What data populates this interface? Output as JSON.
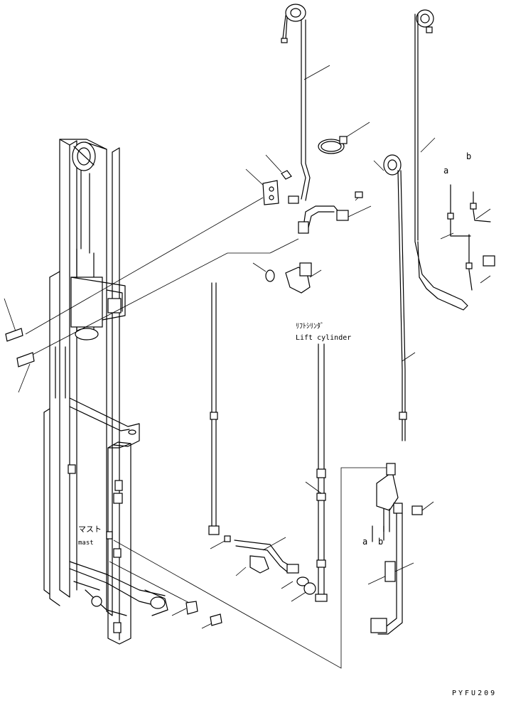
{
  "labels": {
    "lift_cylinder_jp": "ﾘﾌﾄｼﾘﾝﾀﾞ",
    "lift_cylinder_en": "Lift cylinder",
    "mast_jp": "マスト",
    "mast_en": "mast",
    "ref_a_top": "a",
    "ref_b_top": "b",
    "ref_a_bottom": "a",
    "ref_b_bottom": "b",
    "drawing_code": "PYFU209"
  }
}
